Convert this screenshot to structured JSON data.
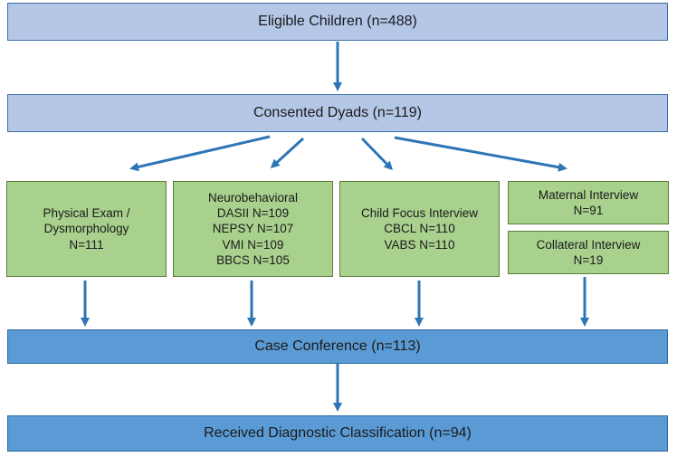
{
  "nodes": {
    "eligible": "Eligible Children (n=488)",
    "consented": "Consented Dyads (n=119)",
    "physical": [
      "Physical Exam /",
      "Dysmorphology",
      "N=111"
    ],
    "neuro": [
      "Neurobehavioral",
      "DASII N=109",
      "NEPSY N=107",
      "VMI N=109",
      "BBCS N=105"
    ],
    "childfocus": [
      "Child Focus Interview",
      "CBCL N=110",
      "VABS N=110"
    ],
    "maternal": [
      "Maternal Interview",
      "N=91"
    ],
    "collateral": [
      "Collateral Interview",
      "N=19"
    ],
    "conference": "Case Conference (n=113)",
    "diagnostic": "Received Diagnostic Classification (n=94)"
  },
  "colors": {
    "light_box": "#b4c7e7",
    "mid_box": "#5b9bd5",
    "green_box": "#a9d18e",
    "arrow": "#2e75b6"
  }
}
